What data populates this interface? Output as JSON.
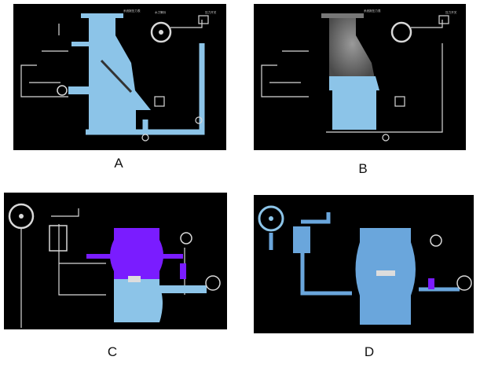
{
  "figure": {
    "panels": [
      {
        "id": "A",
        "label": "A",
        "state": "light-blue fill"
      },
      {
        "id": "B",
        "label": "B",
        "state": "upper chamber grey, lower light blue"
      },
      {
        "id": "C",
        "label": "C",
        "state": "upper chamber purple, lower blue"
      },
      {
        "id": "D",
        "label": "D",
        "state": "fully blue, disc open"
      }
    ]
  },
  "colors": {
    "background": "#000000",
    "water": "#8cc4e8",
    "water_d": "#6aa6dc",
    "purple": "#7a1cff",
    "grey_mist": "#777777",
    "outline": "#d8d8d8",
    "page": "#ffffff"
  }
}
